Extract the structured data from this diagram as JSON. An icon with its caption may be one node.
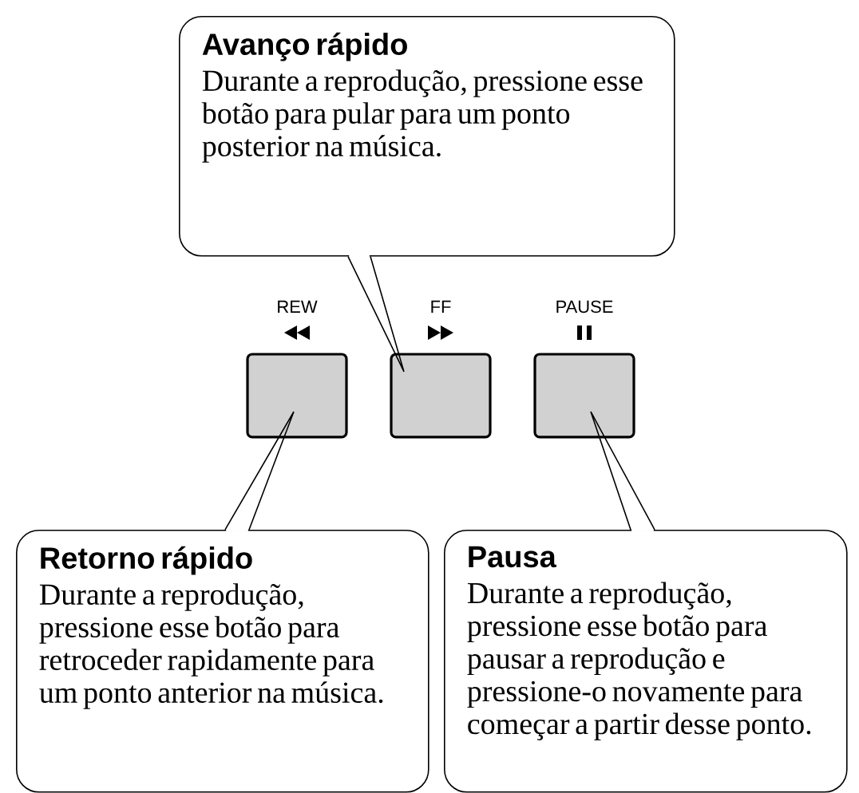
{
  "diagram": {
    "nodes": [
      {
        "text": [
          "Avanço rápido",
          "Durante a reprodução, pressione esse botão para pular para um ponto posterior na música."
        ]
      },
      {
        "text": [
          "REW"
        ]
      },
      {
        "text": [
          "FF"
        ]
      },
      {
        "text": [
          "PAUSE"
        ]
      },
      {
        "text": [
          "Retorno rápido",
          "Durante a reprodução, pressione esse botão para retroceder rapidamente para um ponto anterior na música."
        ]
      },
      {
        "text": [
          "Pausa",
          "Durante a reprodução, pressione esse botão para pausar a reprodução e pressione-o novamente para começar a partir desse ponto."
        ]
      }
    ],
    "edges": [
      {
        "from": 0,
        "to": 2,
        "arrow": "none"
      },
      {
        "from": 4,
        "to": 1,
        "arrow": "none"
      },
      {
        "from": 5,
        "to": 3,
        "arrow": "none"
      }
    ]
  }
}
